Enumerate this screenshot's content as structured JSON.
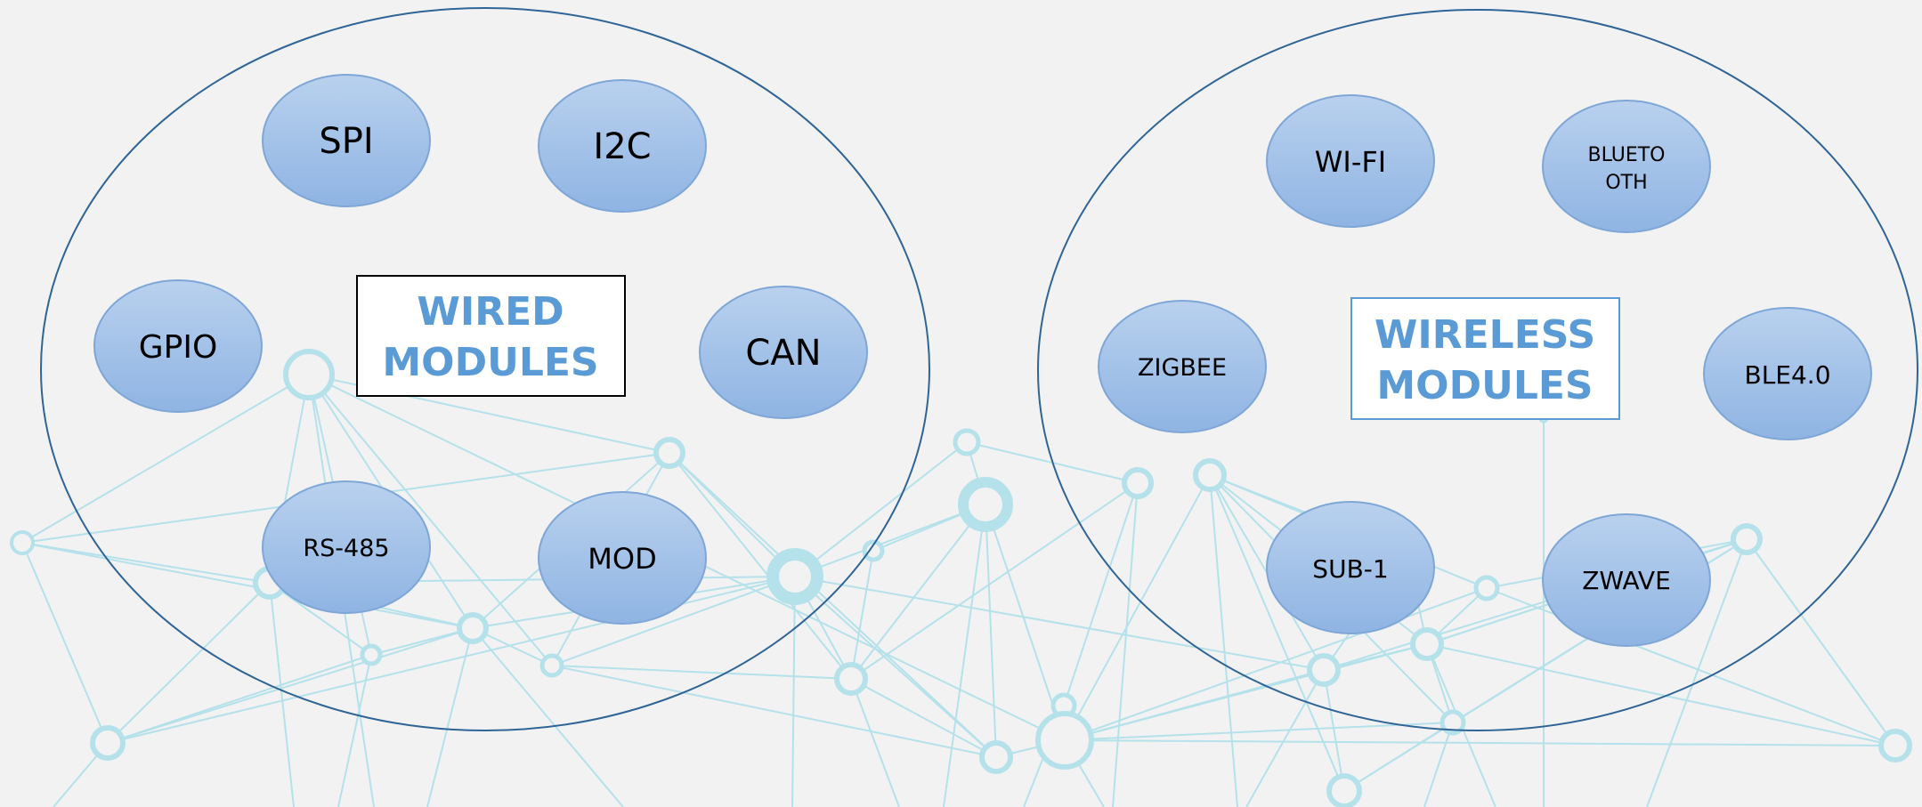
{
  "colors": {
    "background": "#f2f2f2",
    "network": "#b5e1ea",
    "group_outline": "#2f6496",
    "bubble_top": "#b9d1ee",
    "bubble_bottom": "#8fb4e3",
    "bubble_stroke": "#7ea6d6",
    "title_text": "#5b9bd5",
    "title_box_wired_border": "#000000",
    "title_box_wireless_border": "#5b9bd5"
  },
  "wired": {
    "title_line1": "WIRED",
    "title_line2": "MODULES",
    "modules": [
      {
        "id": "spi",
        "label": "SPI"
      },
      {
        "id": "i2c",
        "label": "I2C"
      },
      {
        "id": "gpio",
        "label": "GPIO"
      },
      {
        "id": "can",
        "label": "CAN"
      },
      {
        "id": "rs485",
        "label": "RS-485"
      },
      {
        "id": "mod",
        "label": "MOD"
      }
    ]
  },
  "wireless": {
    "title_line1": "WIRELESS",
    "title_line2": "MODULES",
    "modules": [
      {
        "id": "wifi",
        "label": "WI-FI"
      },
      {
        "id": "bluetooth",
        "label_line1": "BLUETO",
        "label_line2": "OTH"
      },
      {
        "id": "zigbee",
        "label": "ZIGBEE"
      },
      {
        "id": "ble",
        "label": "BLE4.0"
      },
      {
        "id": "sub1",
        "label": "SUB-1"
      },
      {
        "id": "zwave",
        "label": "ZWAVE"
      }
    ]
  }
}
